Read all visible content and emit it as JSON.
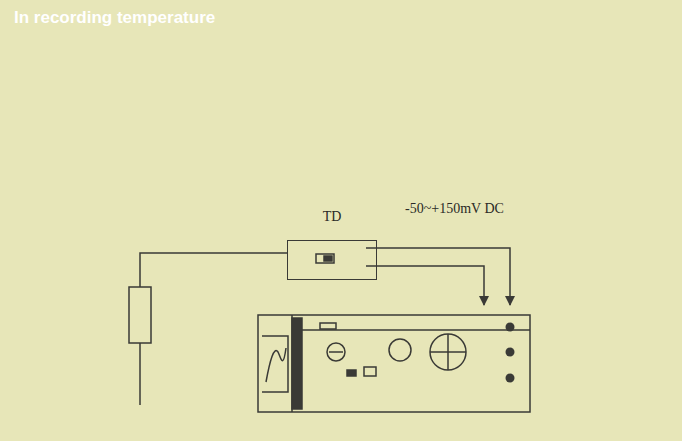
{
  "diagram": {
    "title": "In recording temperature",
    "nodes": [
      {
        "text": [
          "TD"
        ]
      }
    ],
    "labels": [
      "-50~+150mV DC"
    ]
  }
}
